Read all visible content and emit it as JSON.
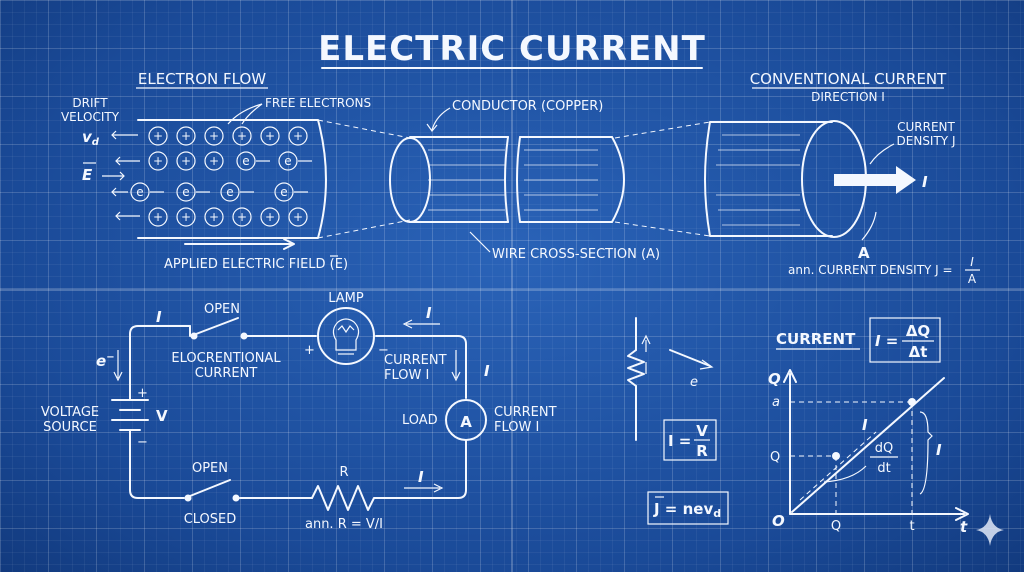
{
  "title": "ELECTRIC CURRENT",
  "electron_flow": {
    "header": "ELECTRON FLOW",
    "drift_velocity": [
      "DRIFT",
      "VELOCITY"
    ],
    "vd": "v",
    "vd_sub": "d",
    "free_electrons": "FREE ELECTRONS",
    "E": "E",
    "applied_field": "APPLIED ELECTRIC FIELD (E)",
    "plus": "+",
    "electron": "e"
  },
  "conductor": {
    "label": "CONDUCTOR (COPPER)",
    "cross_section": "WIRE CROSS-SECTION (A)"
  },
  "conventional": {
    "header": "CONVENTIONAL CURRENT",
    "sub": "DIRECTION I",
    "density": [
      "CURRENT",
      "DENSITY J"
    ],
    "I": "I",
    "A": "A",
    "ann": "ann. CURRENT DENSITY J =",
    "frac_num": "I",
    "frac_den": "A"
  },
  "circuit": {
    "I": "I",
    "e": "e",
    "open_top": "OPEN",
    "lamp": "LAMP",
    "elocr": [
      "ELOCRENTIONAL",
      "CURRENT"
    ],
    "plus": "+",
    "minus": "−",
    "current_flow_top": [
      "CURRENT",
      "FLOW I"
    ],
    "voltage": [
      "VOLTAGE",
      "SOURCE"
    ],
    "V": "V",
    "load": "LOAD",
    "ammeter": "A",
    "current_flow_right": [
      "CURRENT",
      "FLOW I"
    ],
    "open_bottom": "OPEN",
    "closed": "CLOSED",
    "R": "R",
    "ann_r": "ann. R = V/I"
  },
  "formulas": {
    "e": "e",
    "ohm_lhs": "I =",
    "ohm_num": "V",
    "ohm_den": "R",
    "j_eq": "J = nev",
    "j_sub": "d"
  },
  "graph": {
    "header": "CURRENT",
    "eq_lhs": "I =",
    "eq_num": "ΔQ",
    "eq_den": "Δt",
    "Q_axis": "Q",
    "t_axis": "t",
    "origin": "O",
    "a_tick": "a",
    "Q_tick": "Q",
    "Q_xtick": "Q",
    "t_xtick": "t",
    "I_line": "I",
    "dq": "dQ",
    "dt": "dt",
    "I_brace": "I"
  }
}
